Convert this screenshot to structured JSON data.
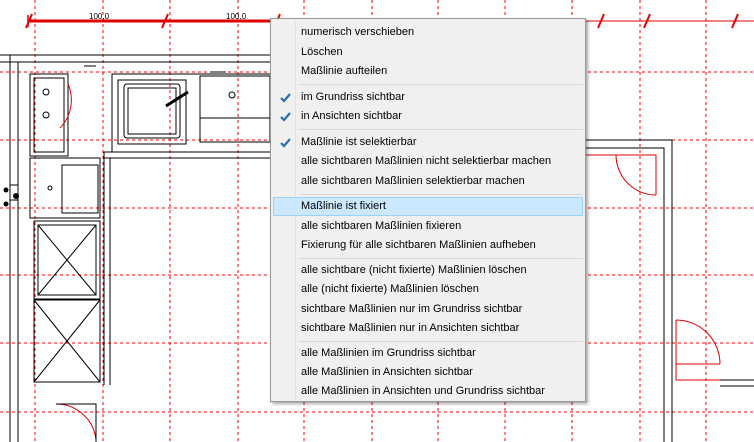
{
  "dimensions": {
    "label_1": "100,0",
    "label_2": "100,0"
  },
  "colors": {
    "dimension_line": "#e00000",
    "grid": "#ff0000",
    "highlight": "#cce8ff",
    "check": "#2c6fb0"
  },
  "menu": {
    "item_1": "numerisch verschieben",
    "item_2": "Löschen",
    "item_3": "Maßlinie aufteilen",
    "item_4": "im Grundriss sichtbar",
    "item_5": "in Ansichten sichtbar",
    "item_6": "Maßlinie ist selektierbar",
    "item_7": "alle sichtbaren Maßlinien nicht selektierbar machen",
    "item_8": "alle sichtbaren Maßlinien selektierbar machen",
    "item_9": "Maßlinie ist fixiert",
    "item_10": "alle sichtbaren Maßlinien fixieren",
    "item_11": "Fixierung für alle sichtbaren Maßlinien aufheben",
    "item_12": "alle sichtbare (nicht fixierte) Maßlinien löschen",
    "item_13": "alle  (nicht fixierte) Maßlinien löschen",
    "item_14": "sichtbare Maßlinien nur im Grundriss sichtbar",
    "item_15": "sichtbare Maßlinien nur in Ansichten sichtbar",
    "item_16": "alle Maßlinien im Grundriss sichtbar",
    "item_17": "alle Maßlinien in Ansichten sichtbar",
    "item_18": "alle Maßlinien in Ansichten und Grundriss sichtbar",
    "checked": [
      "item_4",
      "item_5",
      "item_6"
    ],
    "highlighted": "item_9",
    "check_icon": "checkmark-icon"
  }
}
